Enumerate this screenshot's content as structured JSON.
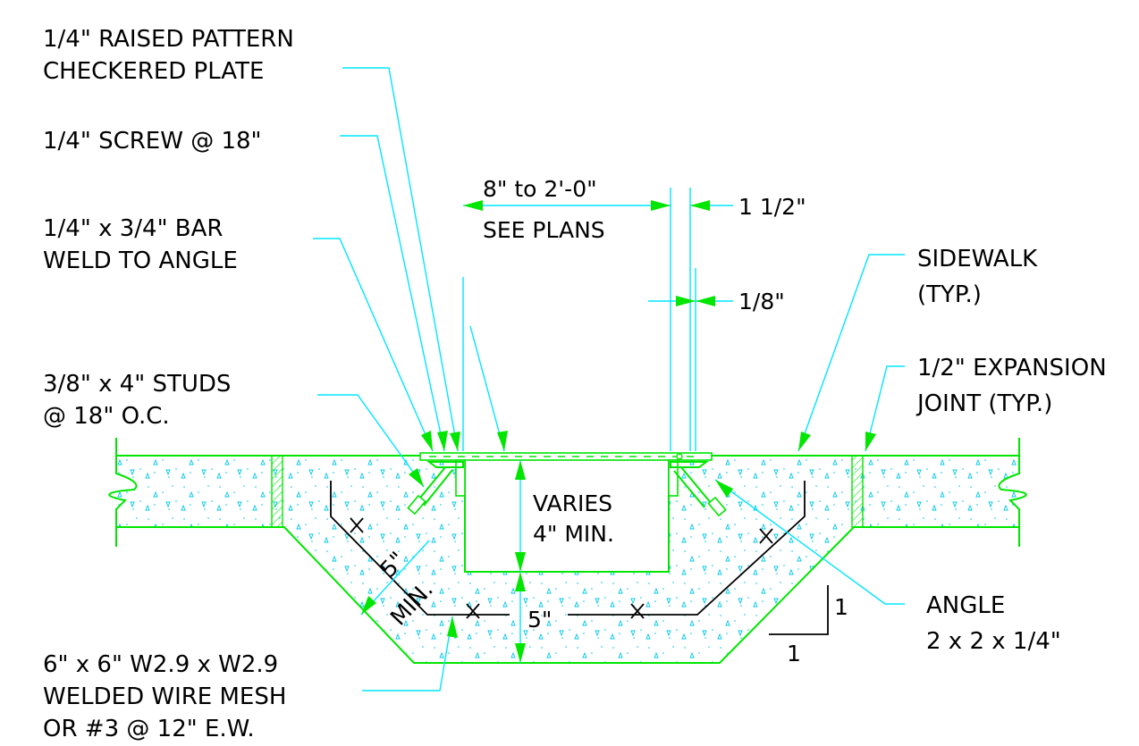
{
  "labels": {
    "plate_line1": "1/4\" RAISED PATTERN",
    "plate_line2": "CHECKERED PLATE",
    "screw": "1/4\" SCREW @ 18\"",
    "bar_line1": "1/4\" x 3/4\" BAR",
    "bar_line2": "WELD TO ANGLE",
    "studs_line1": "3/8\" x 4\" STUDS",
    "studs_line2": "@ 18\" O.C.",
    "mesh_line1": "6\" x 6\" W2.9 x W2.9",
    "mesh_line2": "WELDED WIRE MESH",
    "mesh_line3": "OR #3 @ 12\" E.W.",
    "sidewalk_line1": "SIDEWALK",
    "sidewalk_line2": "(TYP.)",
    "joint_line1": "1/2\" EXPANSION",
    "joint_line2": "JOINT (TYP.)",
    "angle_line1": "ANGLE",
    "angle_line2": "2 x 2 x 1/4\""
  },
  "dimensions": {
    "width_line1": "8\" to 2'-0\"",
    "width_line2": "SEE PLANS",
    "plate_edge": "1 1/2\"",
    "gap": "1/8\"",
    "depth_line1": "VARIES",
    "depth_line2": "4\" MIN.",
    "bottom_thickness": "5\"",
    "slope_thickness": "5\"",
    "slope_min": "MIN.",
    "slope_rise": "1",
    "slope_run": "1"
  },
  "colors": {
    "leader": "#00e5ff",
    "outline": "#00e600",
    "rebar": "#000000",
    "text": "#000000"
  }
}
